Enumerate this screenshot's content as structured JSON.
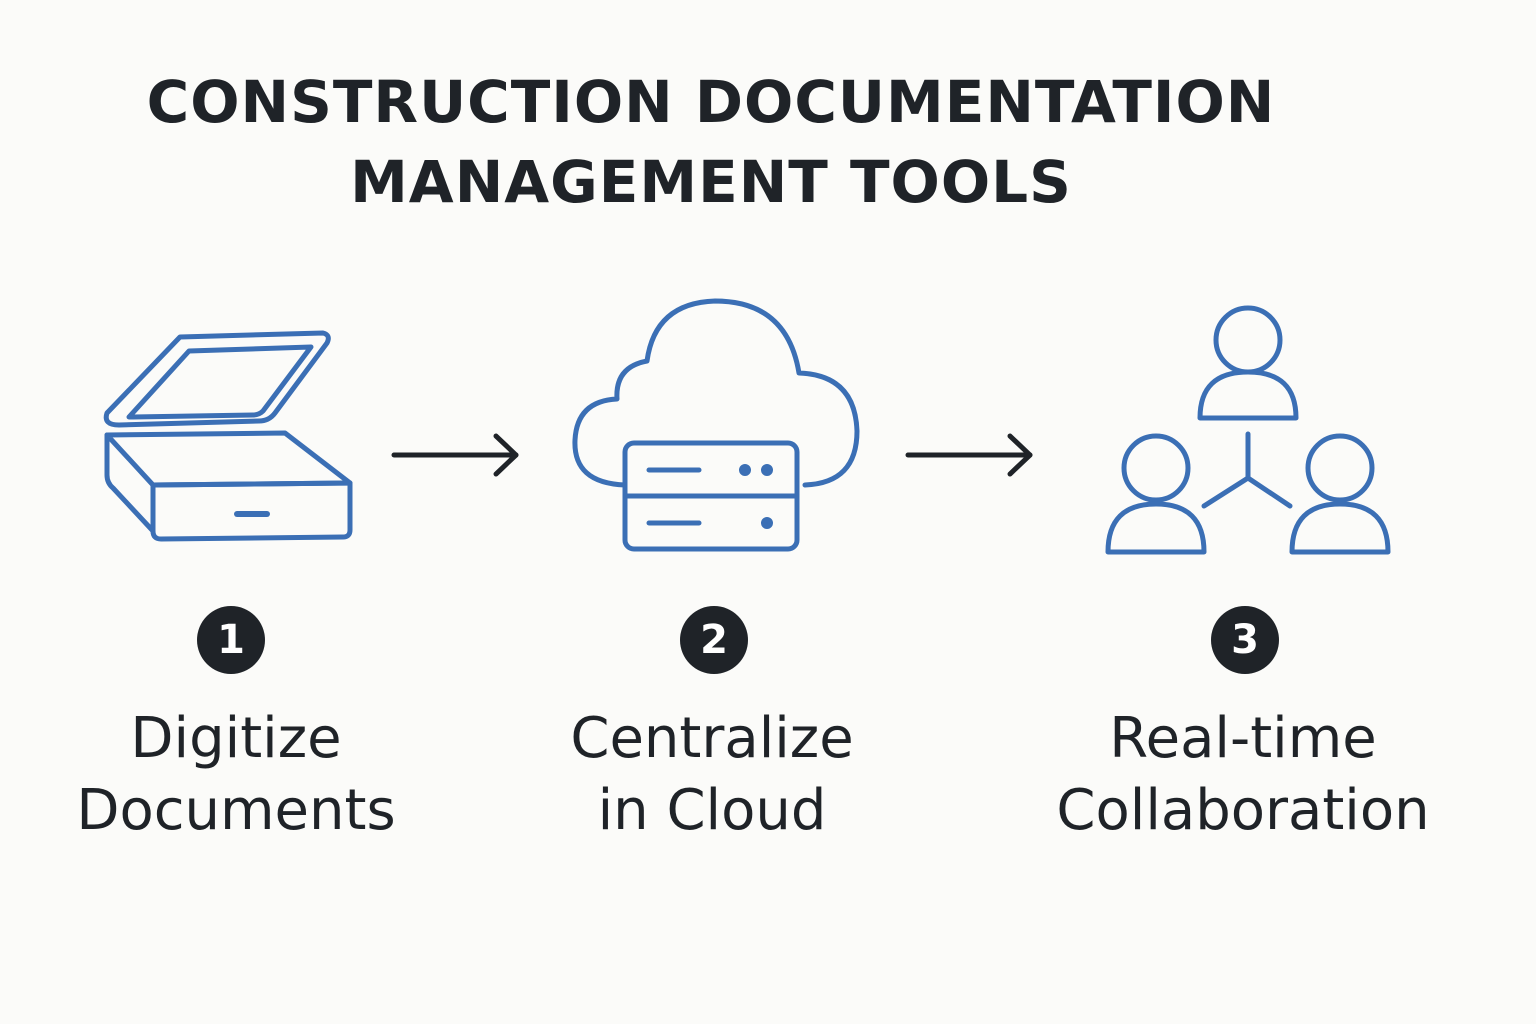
{
  "title": {
    "line1": "CONSTRUCTION DOCUMENTATION",
    "line2": "MANAGEMENT TOOLS"
  },
  "colors": {
    "icon_stroke": "#3b6fb5",
    "text": "#1f2328",
    "badge_bg": "#1f2328",
    "badge_text": "#ffffff",
    "background": "#fbfbf9"
  },
  "steps": [
    {
      "number": "1",
      "icon": "scanner-icon",
      "line1": "Digitize",
      "line2": "Documents"
    },
    {
      "number": "2",
      "icon": "cloud-server-icon",
      "line1": "Centralize",
      "line2": "in Cloud"
    },
    {
      "number": "3",
      "icon": "team-collaboration-icon",
      "line1": "Real-time",
      "line2": "Collaboration"
    }
  ]
}
